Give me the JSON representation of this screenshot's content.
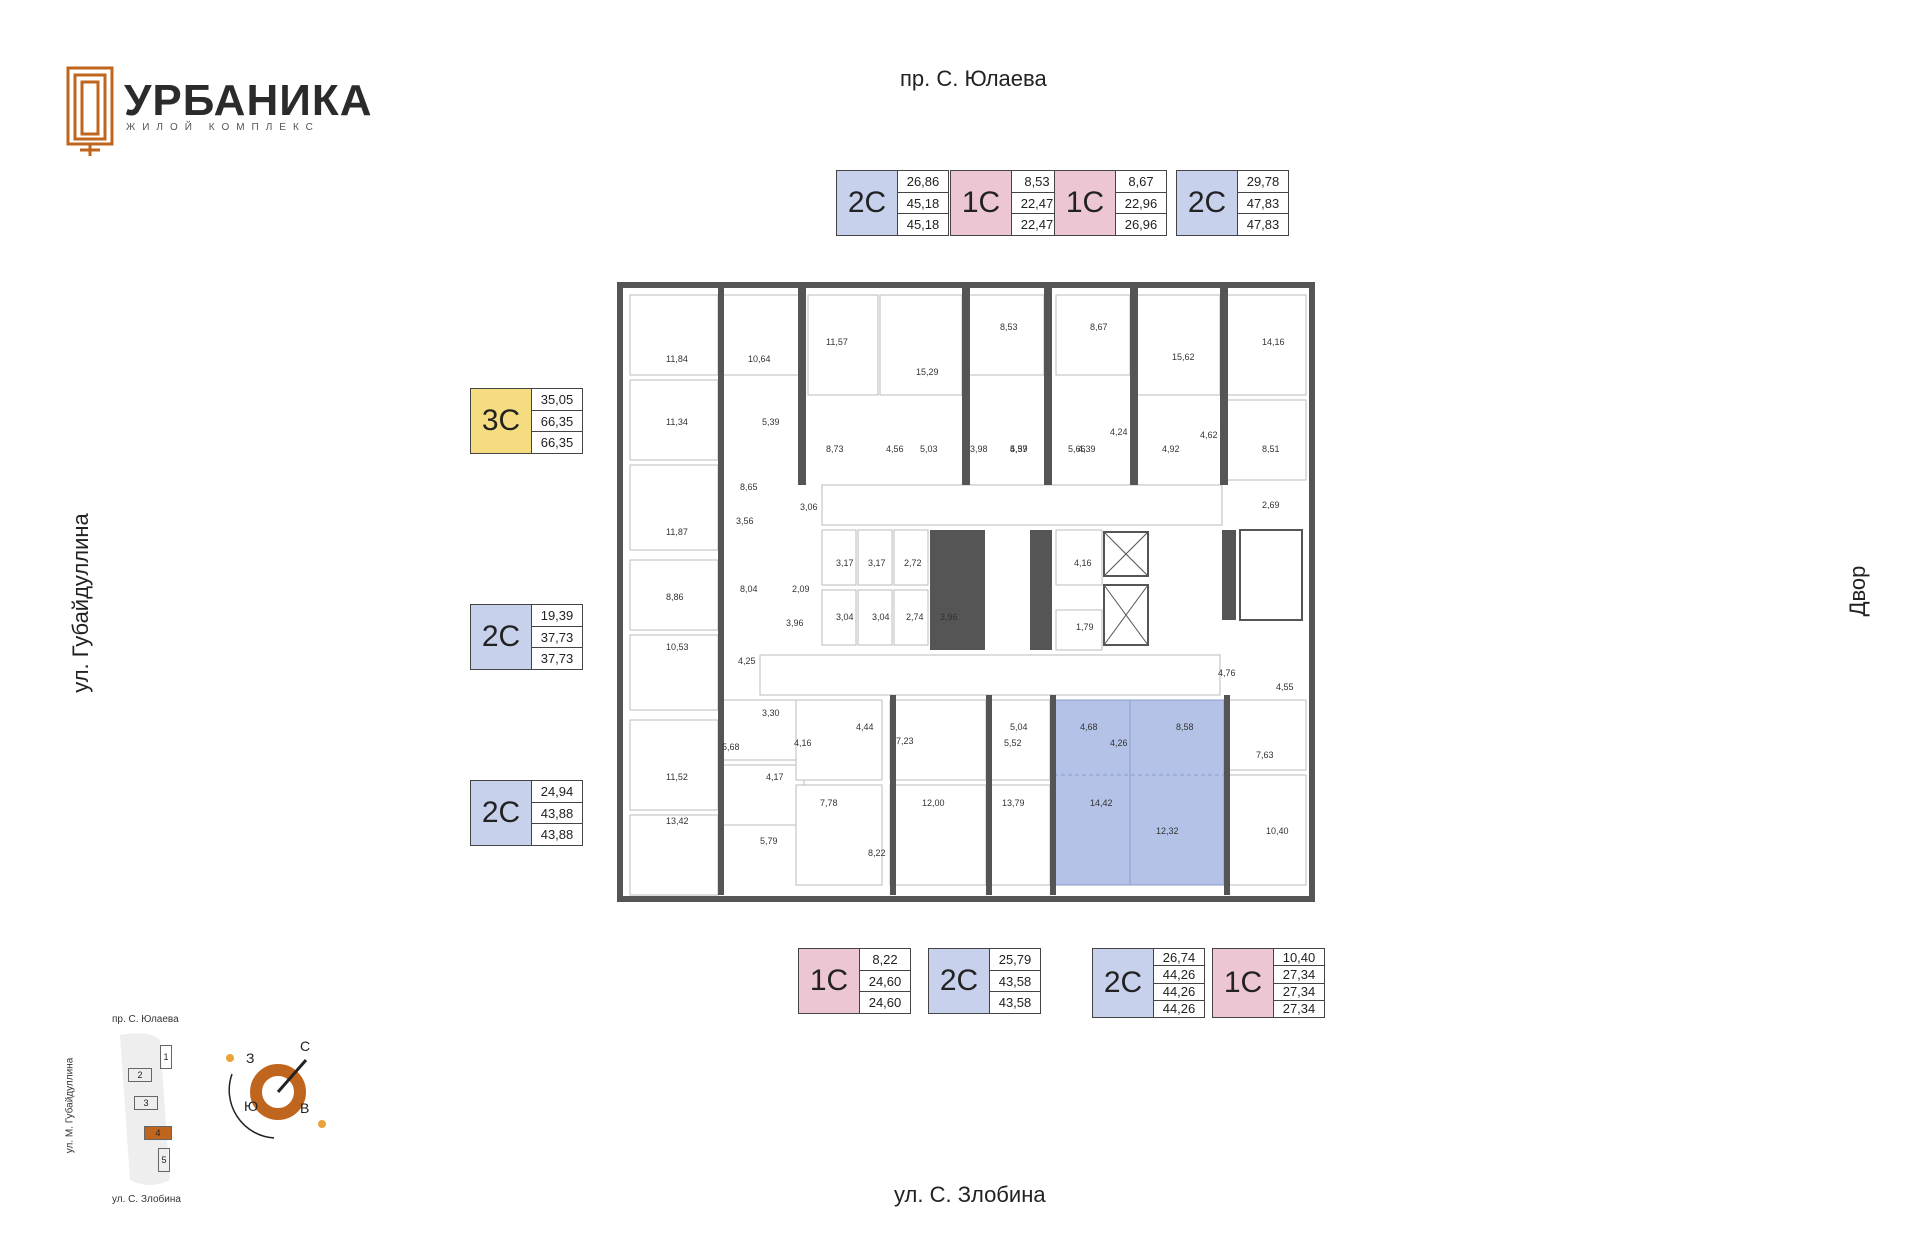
{
  "logo": {
    "name": "УРБАНИКА",
    "subtitle": "ЖИЛОЙ КОМПЛЕКС"
  },
  "streets": {
    "top": "пр. С. Юлаева",
    "bottom": "ул. С. Злобина",
    "left": "ул. Губайдуллина",
    "right": "Двор"
  },
  "colors": {
    "two_room": "#c7d1ec",
    "one_room": "#ecc6d2",
    "three_room": "#f6dc80",
    "selected": "#b3c2e6",
    "brand": "#c0651e"
  },
  "badges": [
    {
      "type": "2С",
      "values": [
        "26,86",
        "45,18",
        "45,18"
      ],
      "color": "c2"
    },
    {
      "type": "1С",
      "values": [
        "8,53",
        "22,47",
        "22,47"
      ],
      "color": "c1"
    },
    {
      "type": "1С",
      "values": [
        "8,67",
        "22,96",
        "26,96"
      ],
      "color": "c1"
    },
    {
      "type": "2С",
      "values": [
        "29,78",
        "47,83",
        "47,83"
      ],
      "color": "c2"
    },
    {
      "type": "3С",
      "values": [
        "35,05",
        "66,35",
        "66,35"
      ],
      "color": "c3"
    },
    {
      "type": "2С",
      "values": [
        "19,39",
        "37,73",
        "37,73"
      ],
      "color": "c2"
    },
    {
      "type": "2С",
      "values": [
        "24,94",
        "43,88",
        "43,88"
      ],
      "color": "c2"
    },
    {
      "type": "1С",
      "values": [
        "8,22",
        "24,60",
        "24,60"
      ],
      "color": "c1"
    },
    {
      "type": "2С",
      "values": [
        "25,79",
        "43,58",
        "43,58"
      ],
      "color": "c2"
    },
    {
      "type": "2С",
      "values": [
        "26,74",
        "44,26",
        "44,26",
        "44,26"
      ],
      "color": "c2"
    },
    {
      "type": "1С",
      "values": [
        "10,40",
        "27,34",
        "27,34",
        "27,34"
      ],
      "color": "c1"
    }
  ],
  "room_areas": [
    "11,84",
    "10,64",
    "11,57",
    "15,29",
    "8,53",
    "8,67",
    "15,62",
    "14,16",
    "11,34",
    "5,39",
    "8,73",
    "4,56",
    "5,03",
    "3,98",
    "5,57",
    "4,39",
    "5,66",
    "4,39",
    "4,24",
    "4,92",
    "4,62",
    "8,51",
    "8,65",
    "3,06",
    "2,69",
    "11,87",
    "3,56",
    "3,17",
    "3,17",
    "2,72",
    "4,16",
    "8,86",
    "8,04",
    "2,09",
    "3,04",
    "3,04",
    "2,74",
    "3,96",
    "1,79",
    "3,96",
    "10,53",
    "4,25",
    "4,76",
    "4,55",
    "3,30",
    "4,44",
    "5,04",
    "4,68",
    "8,58",
    "5,68",
    "4,16",
    "7,23",
    "5,52",
    "4,26",
    "7,63",
    "11,52",
    "4,17",
    "7,78",
    "12,00",
    "13,79",
    "14,42",
    "13,42",
    "12,32",
    "10,40",
    "5,79",
    "8,22"
  ],
  "mini_map": {
    "top": "пр. С. Юлаева",
    "bottom": "ул. С. Злобина",
    "left": "ул. М. Губайдуллина",
    "sections": [
      "1",
      "2",
      "3",
      "4",
      "5"
    ],
    "current_section": "4"
  },
  "compass": {
    "north": "С",
    "south": "Ю",
    "west": "З",
    "east": "В"
  }
}
